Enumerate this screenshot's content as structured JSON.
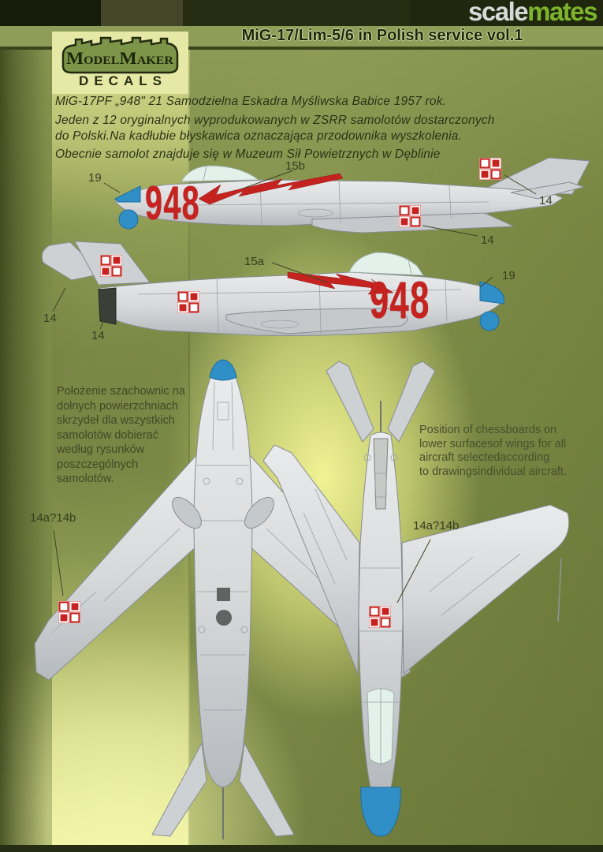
{
  "watermark": {
    "part1": "scale",
    "part2": "mates"
  },
  "header": {
    "title": "MiG-17/Lim-5/6 in Polish service vol.1"
  },
  "logo": {
    "brand": "ModelMaker",
    "sub": "DECALS"
  },
  "intro": {
    "lines": [
      "MiG-17PF „948\" 21 Samodzielna Eskadra Myśliwska  Babice 1957 rok.",
      "Jeden z 12 oryginalnych wyprodukowanych w ZSRR samolotów dostarczonych",
      "do Polski.Na kadłubie błyskawica oznaczająca przodownika wyszkolenia.",
      "Obecnie samolot znajduje się w Muzeum Sił Powietrznych w Dęblinie"
    ]
  },
  "profiles": {
    "tactical_number": "948",
    "top": {
      "callout_nose": "19",
      "callout_bolt": "15b",
      "callout_fin": "14",
      "callout_fuselage": "14"
    },
    "side": {
      "callout_bolt": "15a",
      "callout_nose": "19",
      "callout_fin": "14",
      "callout_fuselage": "14"
    }
  },
  "plan": {
    "note_pl_lines": [
      "Położenie szachownic na",
      "dolnych powierzchniach",
      "skrzydeł dla wszystkich",
      "samolotów dobierać",
      "według rysunków",
      "poszczególnych",
      "samolotów."
    ],
    "note_en_lines": [
      "Position of chessboards on",
      "lower surfacesof wings for all",
      "aircraft selectedaccording",
      "to drawingsindividual aircraft."
    ],
    "callout_left": "14a?14b",
    "callout_right": "14a?14b"
  },
  "colors": {
    "decal-red": "#c5231f",
    "nose-blue": "#2f8fc6",
    "band-green": "#8f9d58",
    "watermark-green": "#7cb42d"
  }
}
